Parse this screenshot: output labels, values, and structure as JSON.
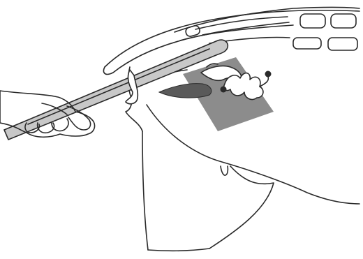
{
  "colors": {
    "ink": "#2a2a2a",
    "background": "#ffffff",
    "probe_fill": "#c8c8c8",
    "scan_field": "#8c8c8c",
    "dark_organ": "#5a5a5a",
    "hand_fill": "#f4f4f4"
  },
  "elements": {
    "spine": "vertebral-column",
    "body": "animal-hindquarter-outline",
    "hand": "operator-hand",
    "probe": "transrectal-ultrasound-probe",
    "scan_field": "ultrasound-beam-field",
    "organs": "reproductive-tract"
  }
}
